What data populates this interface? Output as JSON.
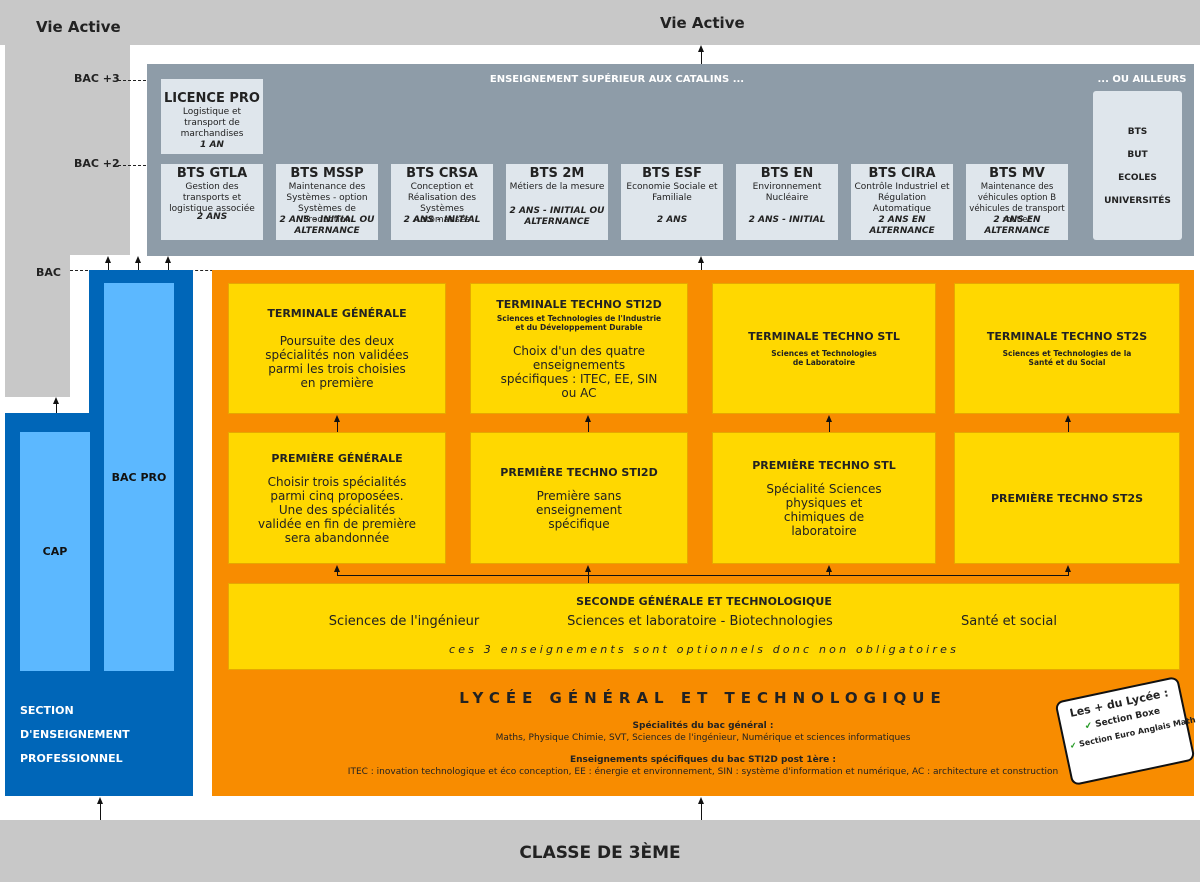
{
  "top": {
    "left_title": "Vie Active",
    "center_title": "Vie Active"
  },
  "levels": {
    "bac3": "BAC +3",
    "bac2": "BAC +2",
    "bac": "BAC"
  },
  "superior": {
    "title": "ENSEIGNEMENT SUPÉRIEUR AUX CATALINS ...",
    "elsewhere_title": "... OU AILLEURS",
    "elsewhere_items": [
      "BTS",
      "BUT",
      "ECOLES",
      "UNIVERSITÉS"
    ],
    "licence": {
      "title": "LICENCE PRO",
      "desc": "Logistique et transport de marchandises",
      "duration": "1 AN"
    },
    "bts": [
      {
        "title": "BTS GTLA",
        "desc": "Gestion des transports et logistique associée",
        "duration": "2 ANS"
      },
      {
        "title": "BTS MSSP",
        "desc": "Maintenance des Systèmes - option Systèmes de Production",
        "duration": "2 ANS - INITIAL OU ALTERNANCE"
      },
      {
        "title": "BTS CRSA",
        "desc": "Conception et Réalisation des Systèmes Automatisés",
        "duration": "2 ANS - INITIAL"
      },
      {
        "title": "BTS 2M",
        "desc": "Métiers de la mesure",
        "duration": "2 ANS - INITIAL OU ALTERNANCE"
      },
      {
        "title": "BTS ESF",
        "desc": "Economie Sociale et Familiale",
        "duration": "2 ANS"
      },
      {
        "title": "BTS EN",
        "desc": "Environnement Nucléaire",
        "duration": "2 ANS - INITIAL"
      },
      {
        "title": "BTS CIRA",
        "desc": "Contrôle Industriel et Régulation Automatique",
        "duration": "2 ANS EN ALTERNANCE"
      },
      {
        "title": "BTS MV",
        "desc": "Maintenance des véhicules option B véhicules de transport routier",
        "duration": "2 ANS EN ALTERNANCE"
      }
    ]
  },
  "terminale": [
    {
      "title": "TERMINALE GÉNÉRALE",
      "sub": "",
      "desc": "Poursuite des deux spécialités non validées parmi les trois choisies en première"
    },
    {
      "title": "TERMINALE TECHNO STI2D",
      "sub": "Sciences et Technologies de l'Industrie et du Développement Durable",
      "desc": "Choix d'un des quatre enseignements spécifiques : ITEC, EE, SIN ou AC"
    },
    {
      "title": "TERMINALE TECHNO STL",
      "sub": "Sciences et Technologies de Laboratoire",
      "desc": ""
    },
    {
      "title": "TERMINALE TECHNO ST2S",
      "sub": "Sciences et Technologies de la Santé et du Social",
      "desc": ""
    }
  ],
  "premiere": [
    {
      "title": "PREMIÈRE GÉNÉRALE",
      "desc": "Choisir trois spécialités parmi cinq proposées. Une des spécialités validée en fin de première sera abandonnée"
    },
    {
      "title": "PREMIÈRE TECHNO STI2D",
      "desc": "Première sans enseignement spécifique"
    },
    {
      "title": "PREMIÈRE TECHNO STL",
      "desc": "Spécialité Sciences physiques et chimiques de laboratoire"
    },
    {
      "title": "PREMIÈRE TECHNO ST2S",
      "desc": ""
    }
  ],
  "seconde": {
    "title": "SECONDE GÉNÉRALE ET TECHNOLOGIQUE",
    "options": [
      "Sciences de l'ingénieur",
      "Sciences et laboratoire - Biotechnologies",
      "Santé et social"
    ],
    "note": "ces 3 enseignements sont optionnels donc non obligatoires"
  },
  "lycee": {
    "title": "LYCÉE GÉNÉRAL ET TECHNOLOGIQUE",
    "spec_title": "Spécialités du bac général :",
    "spec_text": "Maths, Physique Chimie, SVT, Sciences de l'ingénieur, Numérique et sciences informatiques",
    "ens_title": "Enseignements spécifiques du bac STI2D post 1ère :",
    "ens_text": "ITEC : inovation technologique et éco conception, EE : énergie et environnement, SIN : système d'information et numérique, AC : architecture et construction"
  },
  "pro": {
    "cap": "CAP",
    "bacpro": "BAC PRO",
    "section_lines": [
      "SECTION",
      "D'ENSEIGNEMENT",
      "PROFESSIONNEL"
    ]
  },
  "plus": {
    "title": "Les + du Lycée :",
    "items": [
      "Section Boxe",
      "Section Euro Anglais Math"
    ]
  },
  "bottom": {
    "title": "CLASSE DE 3ÈME"
  },
  "colors": {
    "orange": "#f88c00",
    "yellow": "#ffd800",
    "blue": "#0066b8",
    "light_blue": "#5cb8ff",
    "slate": "#8e9ca8",
    "grey": "#c8c8c8"
  }
}
